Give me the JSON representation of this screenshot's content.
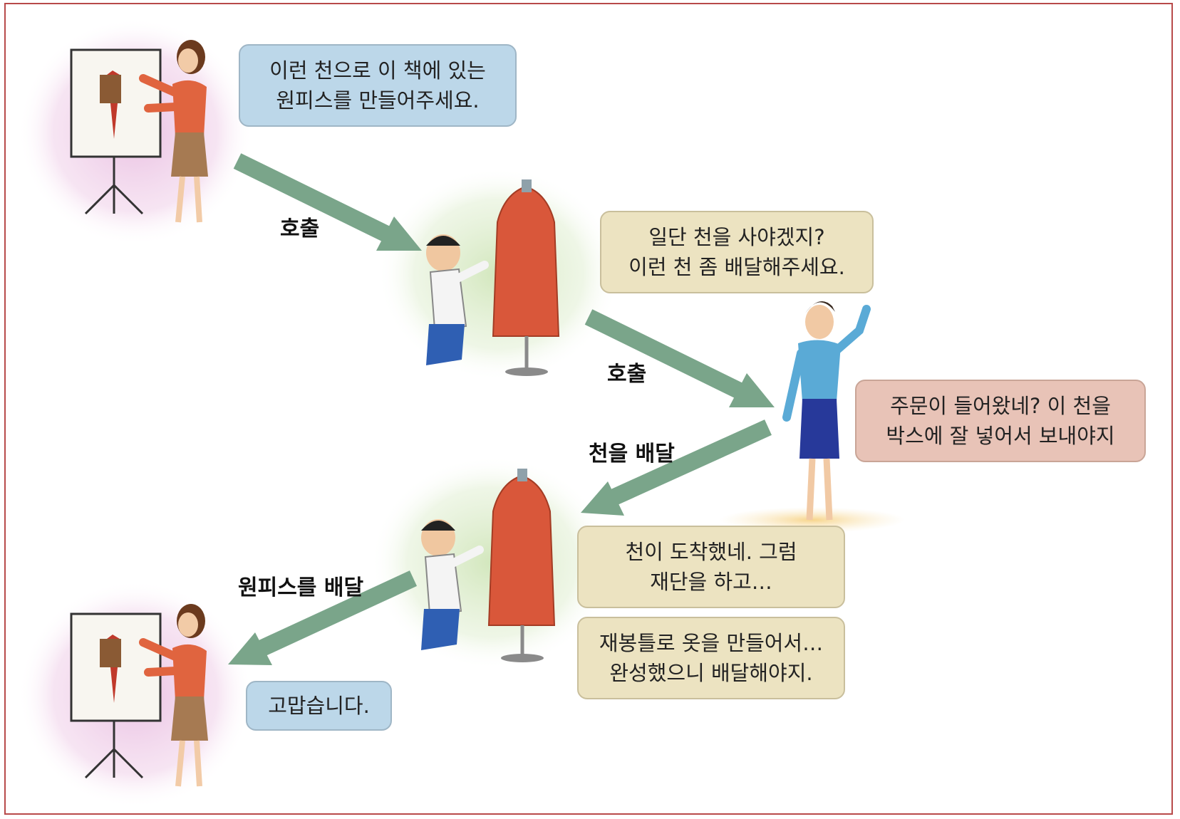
{
  "bubbles": {
    "request": [
      "이런 천으로 이 책에 있는",
      "원피스를 만들어주세요."
    ],
    "buy_fabric": [
      "일단 천을 사야겠지?",
      "이런 천 좀 배달해주세요."
    ],
    "order": [
      "주문이 들어왔네? 이 천을",
      "박스에 잘 넣어서 보내야지"
    ],
    "arrived": [
      "천이 도착했네. 그럼",
      "재단을 하고…"
    ],
    "sewing": [
      "재봉틀로 옷을 만들어서…",
      "완성했으니 배달해야지."
    ],
    "thanks": [
      "고맙습니다."
    ]
  },
  "labels": {
    "call1": "호출",
    "call2": "호출",
    "deliver_fabric": "천을 배달",
    "deliver_dress": "원피스를 배달"
  },
  "colors": {
    "arrow": "#7aa58a",
    "bubble_blue": "#bcd7e9",
    "bubble_beige": "#ece3c1",
    "bubble_pink": "#e8c3b7",
    "coat": "#d9573a"
  }
}
